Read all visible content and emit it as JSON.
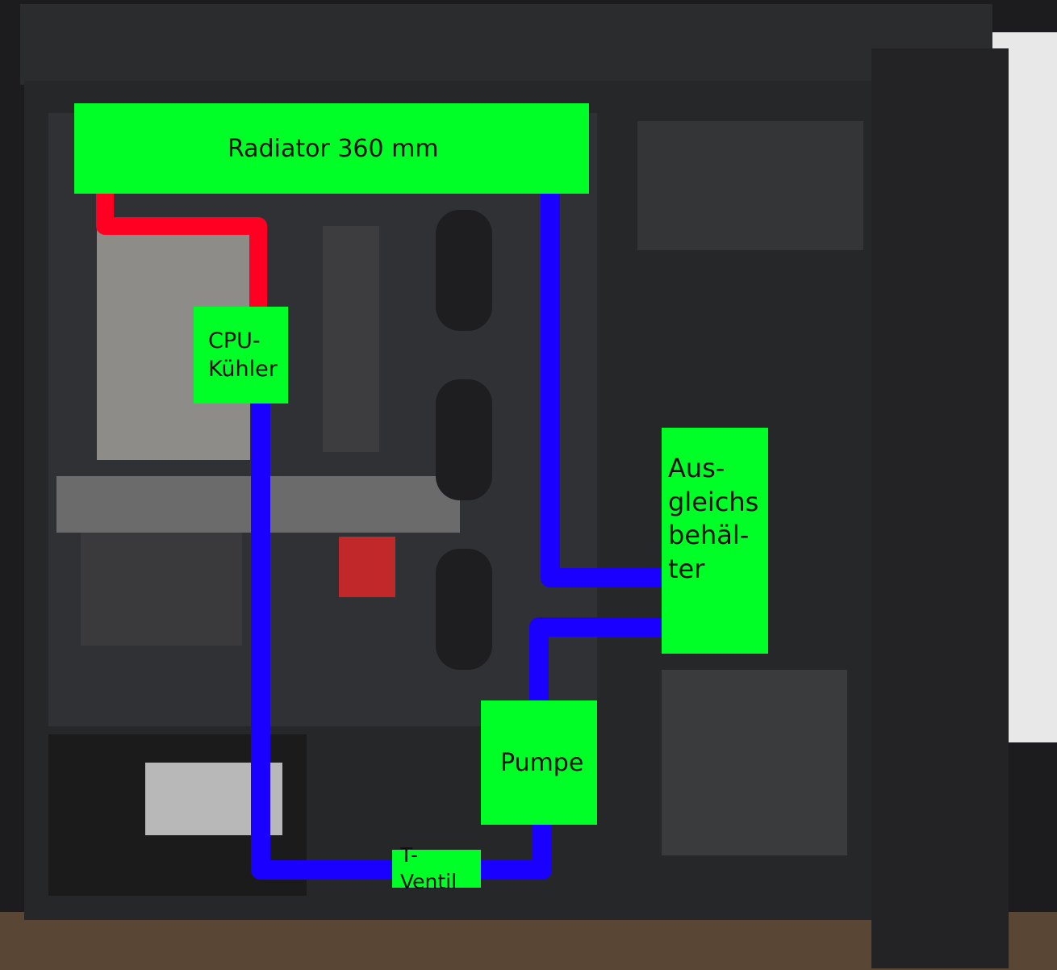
{
  "labels": {
    "radiator": "Radiator 360 mm",
    "cpu_cooler": "CPU-\nKühler",
    "reservoir": "Aus-\ngleichs\nbehäl-\nter",
    "pump": "Pumpe",
    "t_valve": "T- Ventil"
  },
  "colors": {
    "label_bg": "#00ff26",
    "hot_line": "#ff0022",
    "cool_line": "#1a00ff"
  }
}
